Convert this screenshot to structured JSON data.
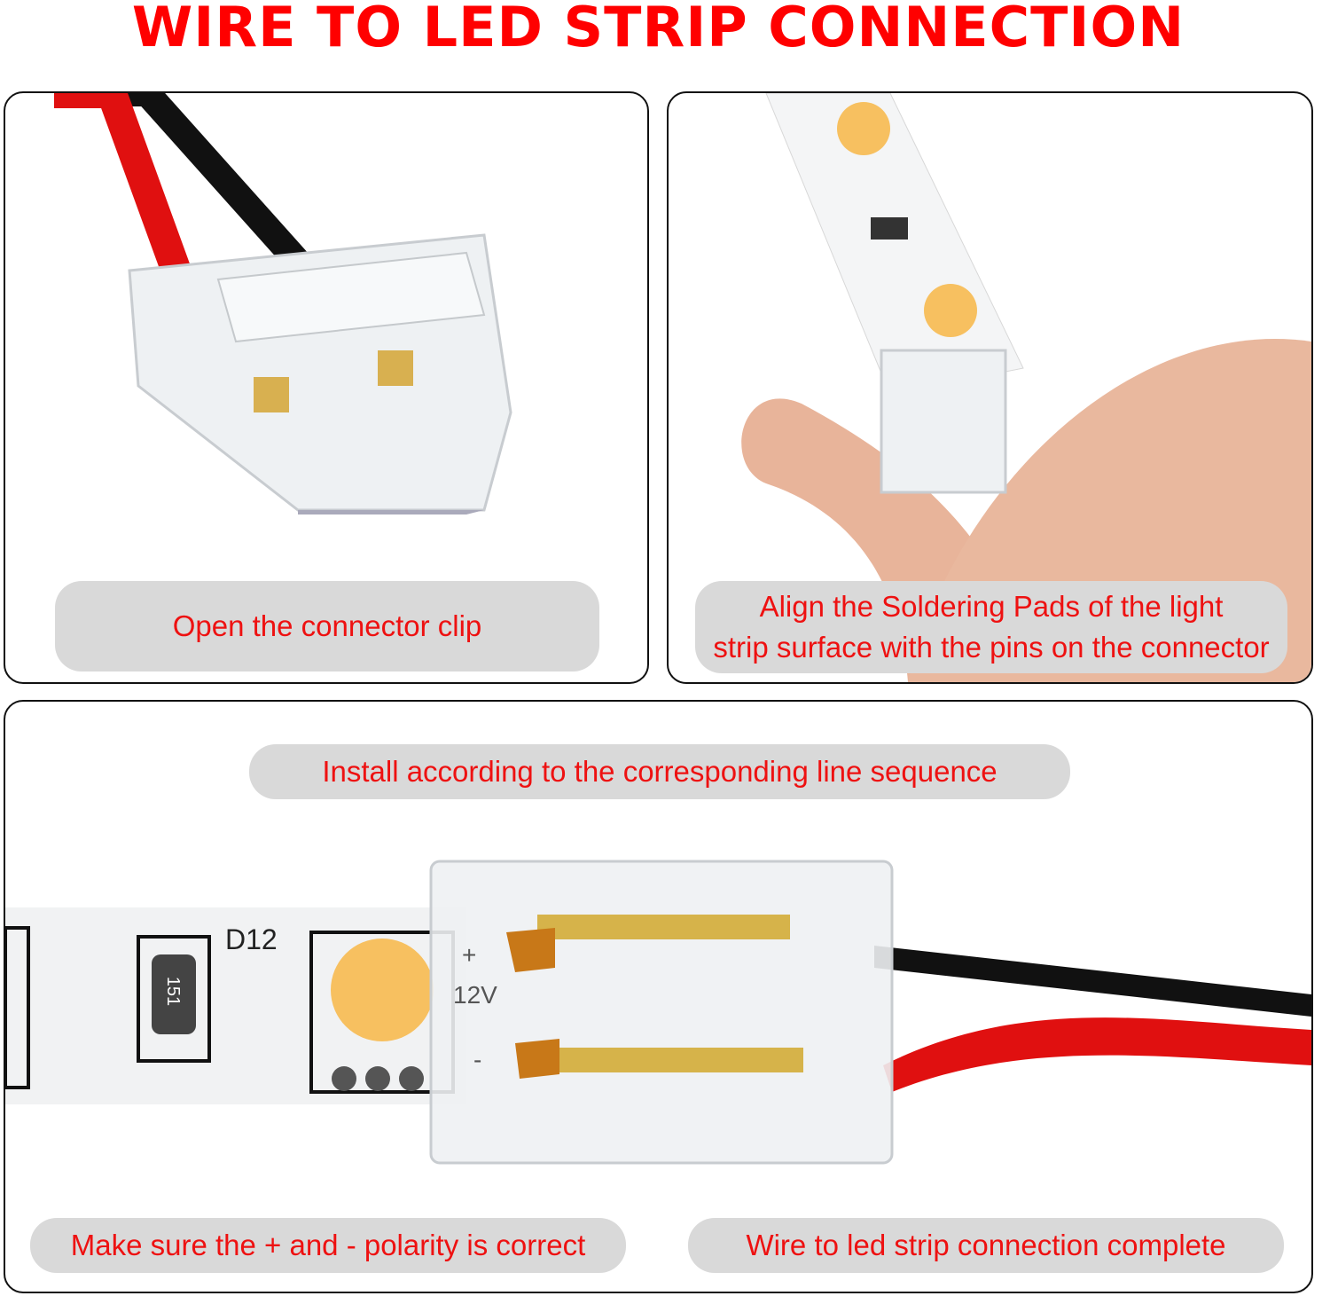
{
  "title": "WIRE TO LED STRIP CONNECTION",
  "panels": {
    "step1": {
      "caption": "Open the connector clip"
    },
    "step2": {
      "caption_line1": "Align the Soldering Pads of the light",
      "caption_line2": "strip surface with the pins on the connector"
    },
    "step3": {
      "caption_top": "Install according to the corresponding line sequence",
      "caption_left": "Make sure the + and - polarity is correct",
      "caption_right": "Wire to led strip connection complete",
      "strip_labels": {
        "led_id": "D12",
        "voltage": "12V",
        "plus": "+",
        "minus": "-",
        "resistor": "151"
      }
    }
  },
  "colors": {
    "title": "#ff0000",
    "caption_text": "#ee1111",
    "caption_bg": "#d9d9d9",
    "wire_red": "#e01010",
    "wire_black": "#111111",
    "led": "#f7c060"
  }
}
